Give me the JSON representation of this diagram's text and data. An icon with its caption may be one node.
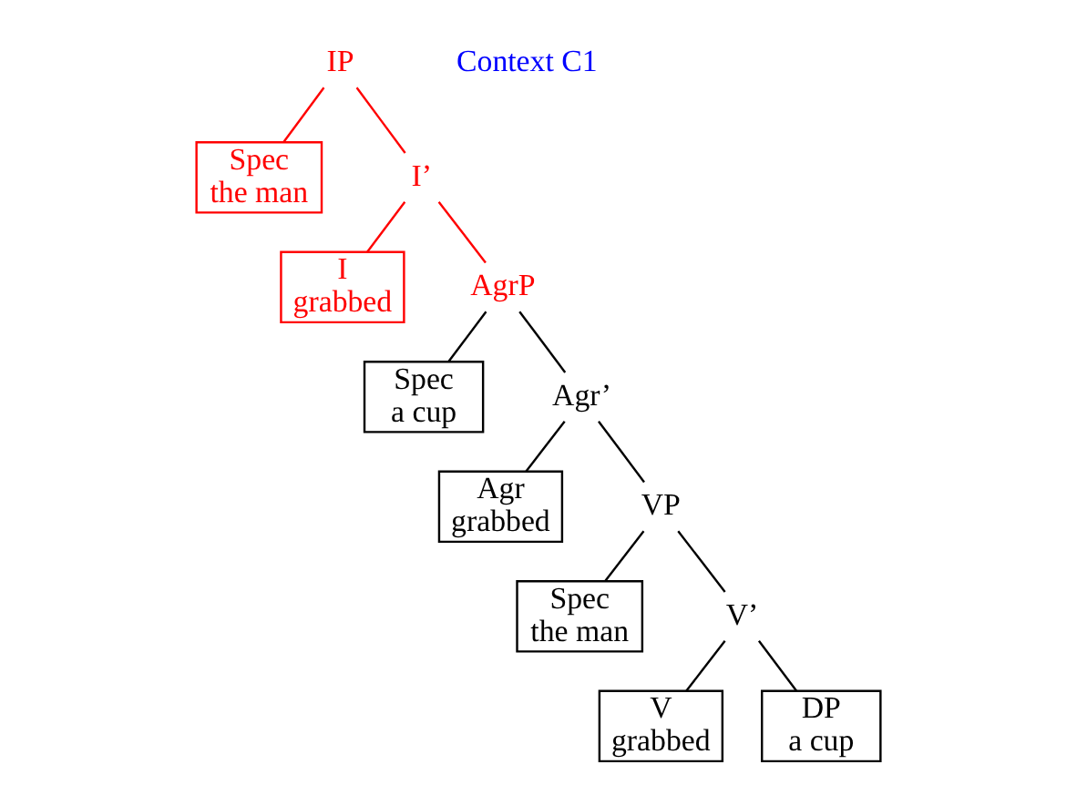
{
  "diagram": {
    "nodes": [
      {
        "text": [
          "IP"
        ]
      },
      {
        "text": [
          "Spec",
          "the man"
        ]
      },
      {
        "text": [
          "I’"
        ]
      },
      {
        "text": [
          "I",
          "grabbed"
        ]
      },
      {
        "text": [
          "AgrP"
        ]
      },
      {
        "text": [
          "Spec",
          "a cup"
        ]
      },
      {
        "text": [
          "Agr’"
        ]
      },
      {
        "text": [
          "Agr",
          "grabbed"
        ]
      },
      {
        "text": [
          "VP"
        ]
      },
      {
        "text": [
          "Spec",
          "the man"
        ]
      },
      {
        "text": [
          "V’"
        ]
      },
      {
        "text": [
          "V",
          "grabbed"
        ]
      },
      {
        "text": [
          "DP",
          "a cup"
        ]
      }
    ],
    "edges": [
      {
        "from": 0,
        "to": 1,
        "arrow": "none",
        "color": "#ff0000"
      },
      {
        "from": 0,
        "to": 2,
        "arrow": "none",
        "color": "#ff0000"
      },
      {
        "from": 2,
        "to": 3,
        "arrow": "none",
        "color": "#ff0000"
      },
      {
        "from": 2,
        "to": 4,
        "arrow": "none",
        "color": "#ff0000"
      },
      {
        "from": 4,
        "to": 5,
        "arrow": "none"
      },
      {
        "from": 4,
        "to": 6,
        "arrow": "none"
      },
      {
        "from": 6,
        "to": 7,
        "arrow": "none"
      },
      {
        "from": 6,
        "to": 8,
        "arrow": "none"
      },
      {
        "from": 8,
        "to": 9,
        "arrow": "none"
      },
      {
        "from": 8,
        "to": 10,
        "arrow": "none"
      },
      {
        "from": 10,
        "to": 11,
        "arrow": "none"
      },
      {
        "from": 10,
        "to": 12,
        "arrow": "none"
      }
    ],
    "labels": [
      "Context C1"
    ]
  }
}
